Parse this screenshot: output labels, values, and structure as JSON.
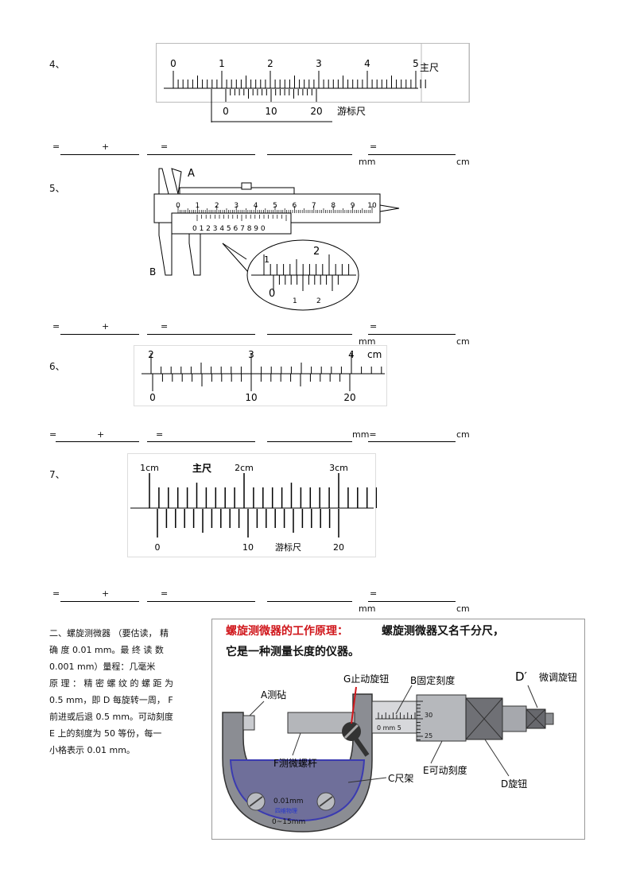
{
  "questions": [
    {
      "num": "4、",
      "formula": {
        "eq": "=",
        "plus": "+",
        "eq2": "=",
        "eq3": "=",
        "mm": "mm",
        "cm": "cm"
      },
      "figure": {
        "main_ticks": [
          "0",
          "1",
          "2",
          "3",
          "4",
          "5"
        ],
        "vernier_ticks": [
          "0",
          "10",
          "20"
        ],
        "main_label": "主尺",
        "vernier_label": "游标尺"
      }
    },
    {
      "num": "5、",
      "formula": {
        "eq": "=",
        "plus": "+",
        "eq2": "=",
        "eq3": "=",
        "mm": "mm",
        "cm": "cm"
      },
      "figure": {
        "label_a": "A",
        "label_b": "B",
        "main_ticks": [
          "0",
          "1",
          "2",
          "3",
          "4",
          "5",
          "6",
          "7",
          "8",
          "9",
          "10"
        ],
        "vernier_ticks": "0 1 2 3 4  5 6 7 8   9 0",
        "zoom_top": [
          "1",
          "2"
        ],
        "zoom_bottom": [
          "0",
          "1",
          "2"
        ]
      }
    },
    {
      "num": "6、",
      "formula": {
        "eq": "=",
        "plus": "+",
        "eq2": "=",
        "mm": "mm=",
        "cm": "cm"
      },
      "figure": {
        "main_ticks": [
          "2",
          "3",
          "4"
        ],
        "unit": "cm",
        "vernier_ticks": [
          "0",
          "10",
          "20"
        ]
      }
    },
    {
      "num": "7、",
      "formula": {
        "eq": "=",
        "plus": "+",
        "eq2": "=",
        "eq3": "=",
        "mm": "mm",
        "cm": "cm"
      },
      "figure": {
        "main_ticks": [
          "1cm",
          "2cm",
          "3cm"
        ],
        "main_label": "主尺",
        "vernier_ticks": [
          "0",
          "10",
          "20"
        ],
        "vernier_label": "游标尺"
      }
    }
  ],
  "section2": {
    "lines": [
      "二、螺旋测微器 （要估读， 精",
      "确 度   0.01 mm。最 终 读 数",
      "0.001 mm）量程：几毫米",
      "原 理 ： 精 密 螺 纹 的 螺 距 为",
      "0.5 mm，即  D 每旋转一周，  F",
      "前进或后退   0.5 mm。可动刻度",
      "E 上的刻度为    50 等份，每一",
      "小格表示    0.01 mm。"
    ]
  },
  "micrometer": {
    "title_red": "螺旋测微器的工作原理：",
    "title_black": "螺旋测微器又名千分尺，",
    "title_line2": "它是一种测量长度的仪器。",
    "labels": {
      "g": "G止动旋钮",
      "b": "B固定刻度",
      "d_prime": "D′",
      "d_prime_text": "微调旋钮",
      "a": "A测砧",
      "f": "F测微螺杆",
      "c": "C尺架",
      "e": "E可动刻度",
      "d": "D旋钮"
    },
    "frame_text": [
      "0.01mm",
      "四维物理",
      "0~15mm"
    ],
    "sleeve_text": "0 mm 5",
    "thimble_nums": [
      "30",
      "25"
    ]
  }
}
